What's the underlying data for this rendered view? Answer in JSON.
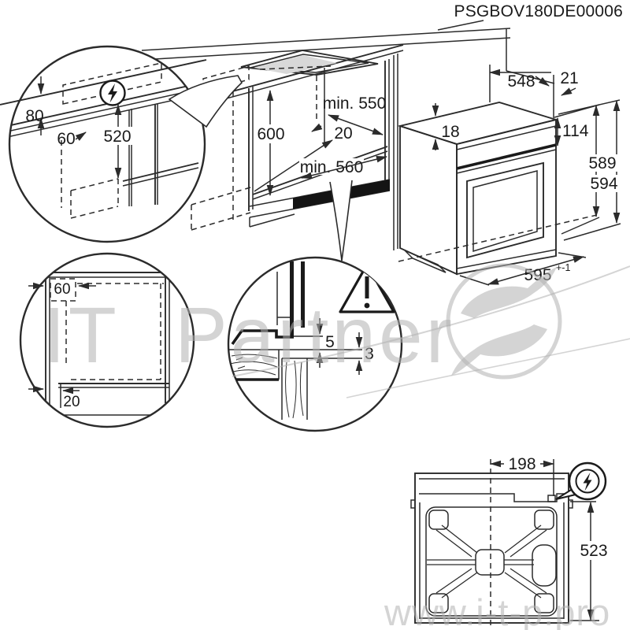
{
  "product_code": "PSGBOV180DE00006",
  "colors": {
    "line": "#2b2b2b",
    "shade": "#d8d8d8",
    "black_fill": "#141414",
    "watermark": "#b0b0b0"
  },
  "install_detail_circle": {
    "dim_80": "80",
    "dim_60": "60",
    "dim_520": "520",
    "icon": "lightning-circle-icon"
  },
  "niche_view": {
    "dim_depth": "min. 550",
    "dim_height": "600",
    "dim_gap": "20",
    "dim_width": "min. 560"
  },
  "oven_view": {
    "dim_top_width": "548",
    "dim_top_gap": "21",
    "dim_top_overhang": "18",
    "dim_panel_height": "114",
    "dim_height_inner": "589",
    "dim_height_outer": "594",
    "dim_front_width": "595",
    "dim_front_width_tol": "+-1"
  },
  "side_detail_circle": {
    "dim_top": "60",
    "dim_bottom": "20"
  },
  "gap_detail_circle": {
    "dim_upper": "5",
    "dim_lower": "3",
    "icon": "warning-triangle-icon"
  },
  "rear_view": {
    "dim_terminal_offset": "198",
    "dim_height": "523",
    "icon": "lightning-circle-icon"
  },
  "watermarks": {
    "brand_left": "IT",
    "brand_right": "Partner",
    "url": "www.i-t-p.pro"
  }
}
